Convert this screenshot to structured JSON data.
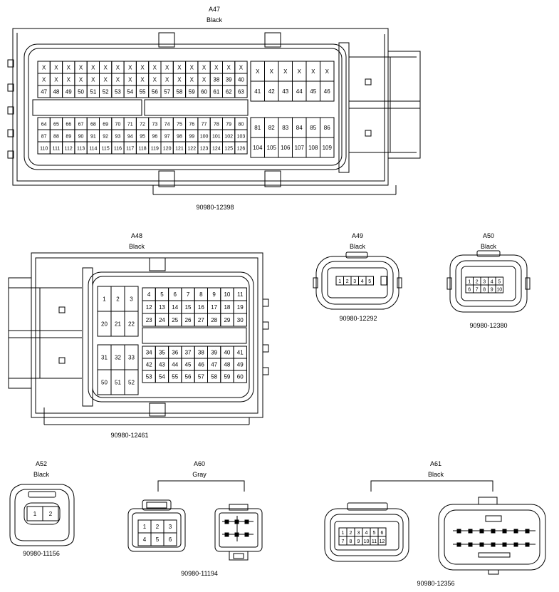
{
  "connectors": [
    {
      "id": "A47",
      "color": "Black",
      "part": "90980-12398"
    },
    {
      "id": "A48",
      "color": "Black",
      "part": "90980-12461"
    },
    {
      "id": "A49",
      "color": "Black",
      "part": "90980-12292"
    },
    {
      "id": "A50",
      "color": "Black",
      "part": "90980-12380"
    },
    {
      "id": "A52",
      "color": "Black",
      "part": "90980-11156"
    },
    {
      "id": "A60",
      "color": "Gray",
      "part": "90980-11194"
    },
    {
      "id": "A61",
      "color": "Black",
      "part": "90980-12356"
    }
  ],
  "pins": {
    "a47_left_top": [
      [
        "X",
        "X",
        "X",
        "X",
        "X",
        "X",
        "X",
        "X",
        "X",
        "X",
        "X",
        "X",
        "X",
        "X",
        "X",
        "X",
        "X"
      ],
      [
        "X",
        "X",
        "X",
        "X",
        "X",
        "X",
        "X",
        "X",
        "X",
        "X",
        "X",
        "X",
        "X",
        "X",
        "38",
        "39",
        "40"
      ],
      [
        "47",
        "48",
        "49",
        "50",
        "51",
        "52",
        "53",
        "54",
        "55",
        "56",
        "57",
        "58",
        "59",
        "60",
        "61",
        "62",
        "63"
      ]
    ],
    "a47_right_top": [
      [
        "X",
        "X",
        "X",
        "X",
        "X",
        "X"
      ],
      [
        "41",
        "42",
        "43",
        "44",
        "45",
        "46"
      ]
    ],
    "a47_left_bottom": [
      [
        "64",
        "65",
        "66",
        "67",
        "68",
        "69",
        "70",
        "71",
        "72",
        "73",
        "74",
        "75",
        "76",
        "77",
        "78",
        "79",
        "80"
      ],
      [
        "87",
        "88",
        "89",
        "90",
        "91",
        "92",
        "93",
        "94",
        "95",
        "96",
        "97",
        "98",
        "99",
        "100",
        "101",
        "102",
        "103"
      ],
      [
        "110",
        "111",
        "112",
        "113",
        "114",
        "115",
        "116",
        "117",
        "118",
        "119",
        "120",
        "121",
        "122",
        "123",
        "124",
        "125",
        "126"
      ]
    ],
    "a47_right_bottom": [
      [
        "81",
        "82",
        "83",
        "84",
        "85",
        "86"
      ],
      [
        "104",
        "105",
        "106",
        "107",
        "108",
        "109"
      ]
    ],
    "a48_left_top": [
      [
        "1",
        "2",
        "3"
      ],
      [
        "20",
        "21",
        "22"
      ]
    ],
    "a48_right_top": [
      [
        "4",
        "5",
        "6",
        "7",
        "8",
        "9",
        "10",
        "11"
      ],
      [
        "12",
        "13",
        "14",
        "15",
        "16",
        "17",
        "18",
        "19"
      ],
      [
        "23",
        "24",
        "25",
        "26",
        "27",
        "28",
        "29",
        "30"
      ]
    ],
    "a48_left_bottom": [
      [
        "31",
        "32",
        "33"
      ],
      [
        "50",
        "51",
        "52"
      ]
    ],
    "a48_right_bottom": [
      [
        "34",
        "35",
        "36",
        "37",
        "38",
        "39",
        "40",
        "41"
      ],
      [
        "42",
        "43",
        "44",
        "45",
        "46",
        "47",
        "48",
        "49"
      ],
      [
        "53",
        "54",
        "55",
        "56",
        "57",
        "58",
        "59",
        "60"
      ]
    ],
    "a49": [
      [
        "1",
        "2",
        "3",
        "4",
        "5"
      ]
    ],
    "a50": [
      [
        "1",
        "2",
        "3",
        "4",
        "5"
      ],
      [
        "6",
        "7",
        "8",
        "9",
        "10"
      ]
    ],
    "a52": [
      [
        "1",
        "2"
      ]
    ],
    "a60": [
      [
        "1",
        "2",
        "3"
      ],
      [
        "4",
        "5",
        "6"
      ]
    ],
    "a61": [
      [
        "1",
        "2",
        "3",
        "4",
        "5",
        "6"
      ],
      [
        "7",
        "8",
        "9",
        "10",
        "11",
        "12"
      ]
    ]
  }
}
